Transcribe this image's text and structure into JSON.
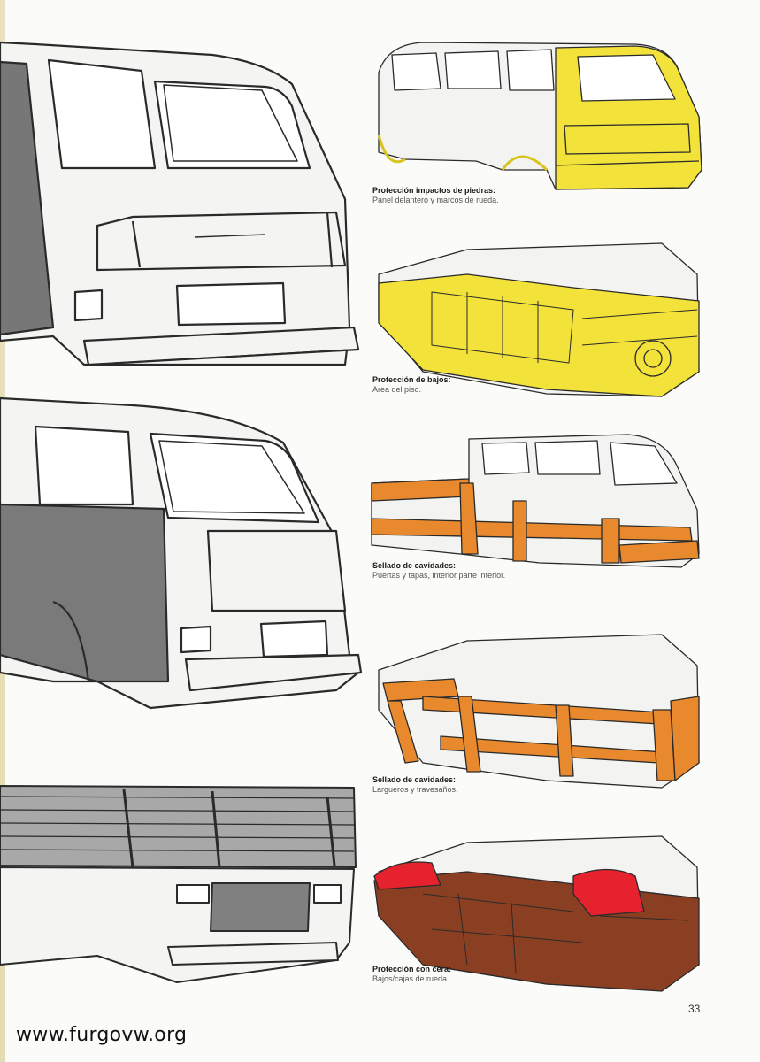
{
  "captions": [
    {
      "title": "Protección impactos de piedras:",
      "desc": "Panel delantero y marcos de rueda."
    },
    {
      "title": "Protección de bajos:",
      "desc": "Area del piso."
    },
    {
      "title": "Sellado de cavidades:",
      "desc": "Puertas y tapas, interior parte inferior."
    },
    {
      "title": "Sellado de cavidades:",
      "desc": "Largueros y travesaños."
    },
    {
      "title": "Protección con cera:",
      "desc": "Bajos/cajas de rueda."
    }
  ],
  "page_number": "33",
  "watermark": "www.furgovw.org",
  "colors": {
    "yellow": "#f2e23a",
    "orange": "#e8892e",
    "red": "#e5222d",
    "brown": "#8a3f22",
    "outline": "#2a2a2a",
    "panel": "#f3f3f1",
    "dark_panel": "#7d7d7d"
  }
}
